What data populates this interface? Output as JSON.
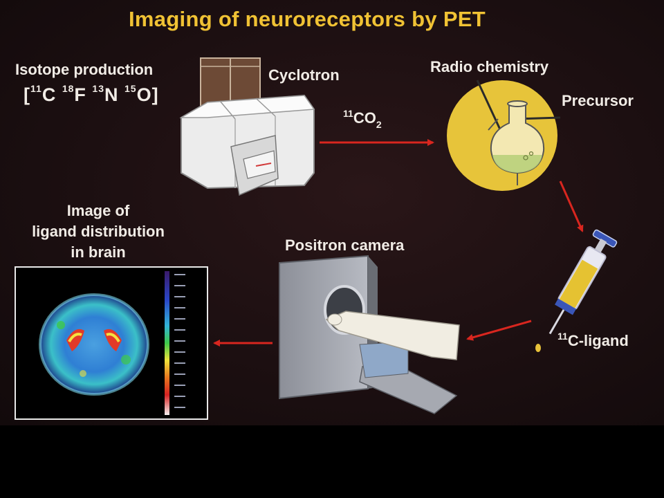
{
  "title": "Imaging of neuroreceptors by PET",
  "isotope_production": {
    "label": "Isotope production",
    "isotopes": [
      {
        "mass": "11",
        "symbol": "C"
      },
      {
        "mass": "18",
        "symbol": "F"
      },
      {
        "mass": "13",
        "symbol": "N"
      },
      {
        "mass": "15",
        "symbol": "O"
      }
    ]
  },
  "cyclotron": {
    "label": "Cyclotron"
  },
  "product_co2": {
    "mass": "11",
    "formula": "CO",
    "subscript": "2"
  },
  "radio_chemistry": {
    "label": "Radio chemistry",
    "precursor_label": "Precursor"
  },
  "ligand": {
    "mass": "11",
    "label": "C-ligand"
  },
  "positron_camera": {
    "label": "Positron camera"
  },
  "brain_image": {
    "label_lines": [
      "Image of",
      "ligand distribution",
      "in brain"
    ]
  },
  "colors": {
    "title": "#f0c234",
    "arrow": "#d8261f",
    "flask_background": "#e7c43a",
    "text": "#f1ece6"
  }
}
